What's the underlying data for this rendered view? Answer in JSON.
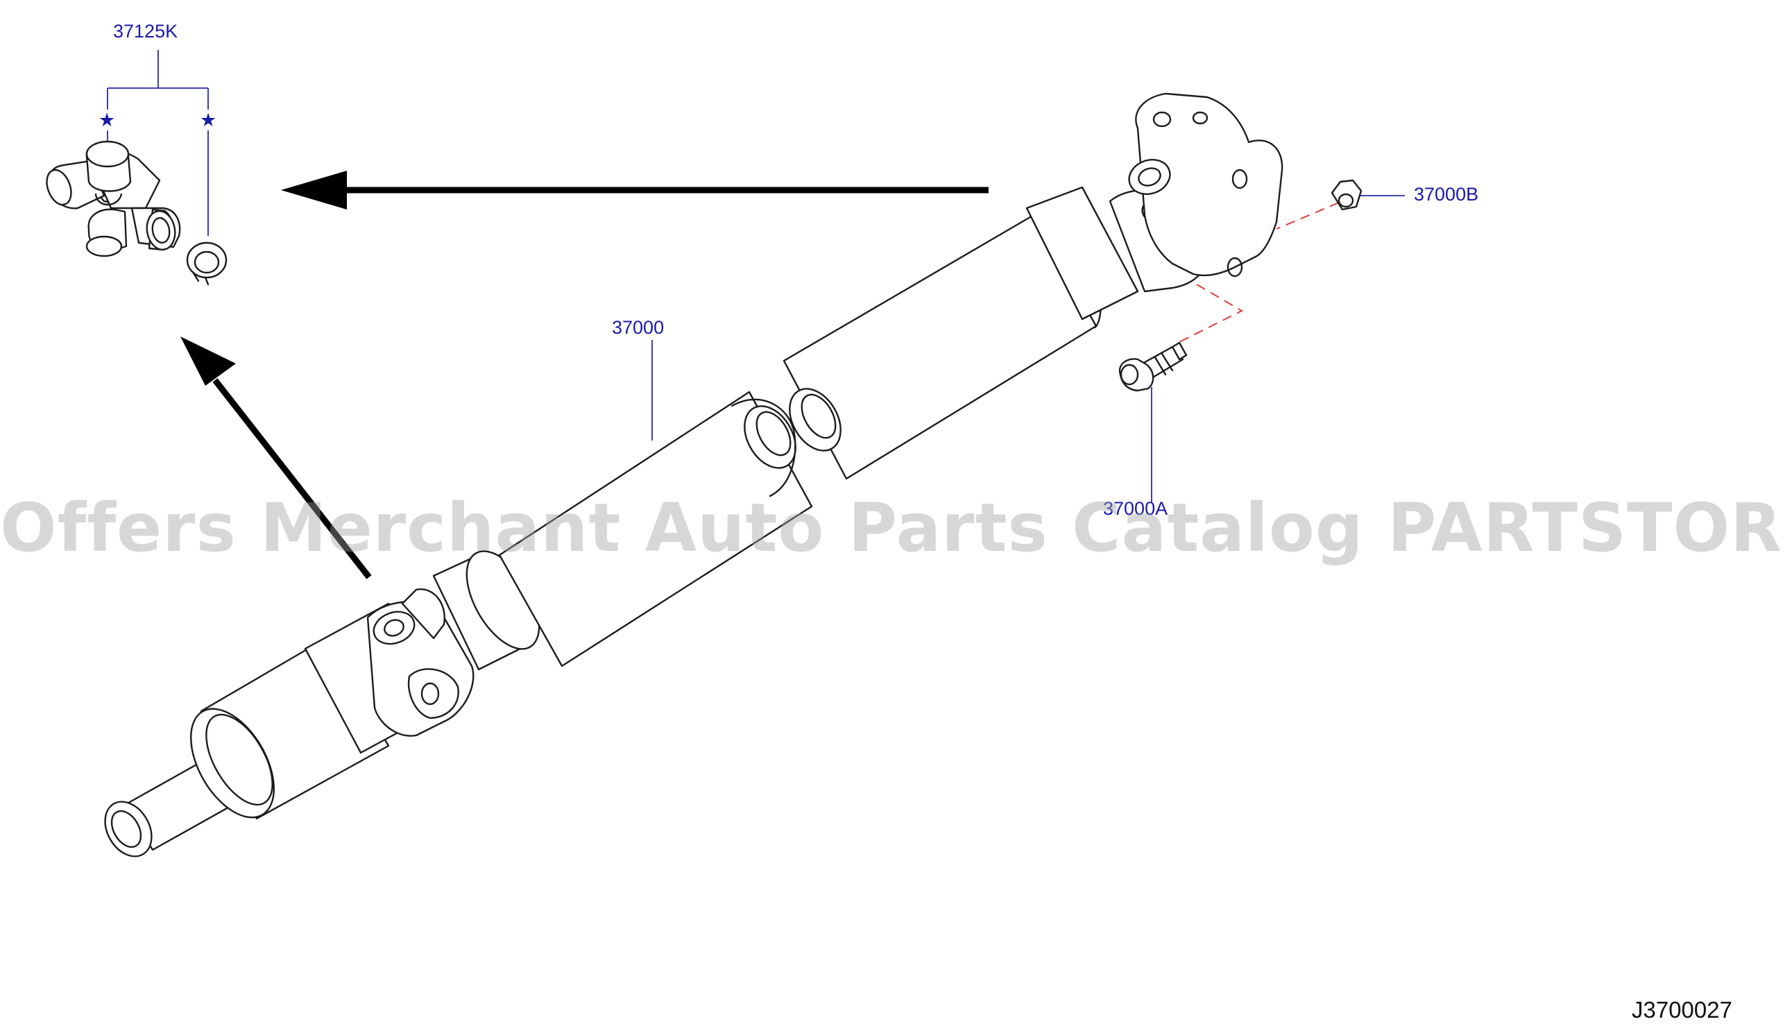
{
  "labels": {
    "universal_joint_kit": "37125K",
    "nut": "37000B",
    "propeller_shaft": "37000",
    "bolt": "37000A",
    "star_left": "★",
    "star_right": "★"
  },
  "diagram_id": "J3700027",
  "watermark": "Offers Merchant Auto Parts Catalog PARTSTORE.SA",
  "colors": {
    "callout_text": "#1a1aa8",
    "leader_line": "#2a2aa8",
    "dashed_line": "#e04040",
    "line_art": "#1c1c1c"
  }
}
